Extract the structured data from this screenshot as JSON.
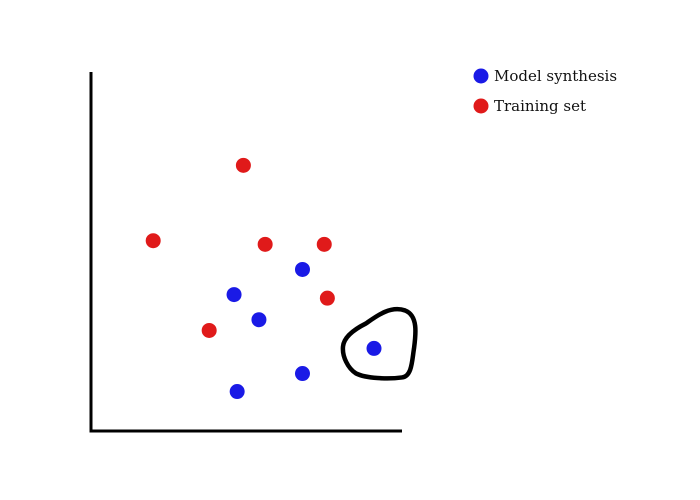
{
  "chart_data": {
    "type": "scatter",
    "title": "",
    "xlabel": "",
    "ylabel": "",
    "axis_ticks": false,
    "grid": false,
    "legend_position": "top-right",
    "xlim": [
      0,
      10
    ],
    "ylim": [
      0,
      10
    ],
    "series": [
      {
        "name": "Model synthesis",
        "color": "#1a1ae6",
        "points": [
          {
            "x": 6.8,
            "y": 4.5
          },
          {
            "x": 4.6,
            "y": 3.8
          },
          {
            "x": 5.4,
            "y": 3.1
          },
          {
            "x": 9.1,
            "y": 2.3
          },
          {
            "x": 6.8,
            "y": 1.6
          },
          {
            "x": 4.7,
            "y": 1.1
          }
        ]
      },
      {
        "name": "Training set",
        "color": "#e01a1a",
        "points": [
          {
            "x": 4.9,
            "y": 7.4
          },
          {
            "x": 2.0,
            "y": 5.3
          },
          {
            "x": 5.6,
            "y": 5.2
          },
          {
            "x": 7.5,
            "y": 5.2
          },
          {
            "x": 7.6,
            "y": 3.7
          },
          {
            "x": 3.8,
            "y": 2.8
          }
        ]
      }
    ],
    "annotation": {
      "type": "hand-drawn-circle",
      "series": "Model synthesis",
      "point_index": 3,
      "color": "#000000"
    }
  }
}
